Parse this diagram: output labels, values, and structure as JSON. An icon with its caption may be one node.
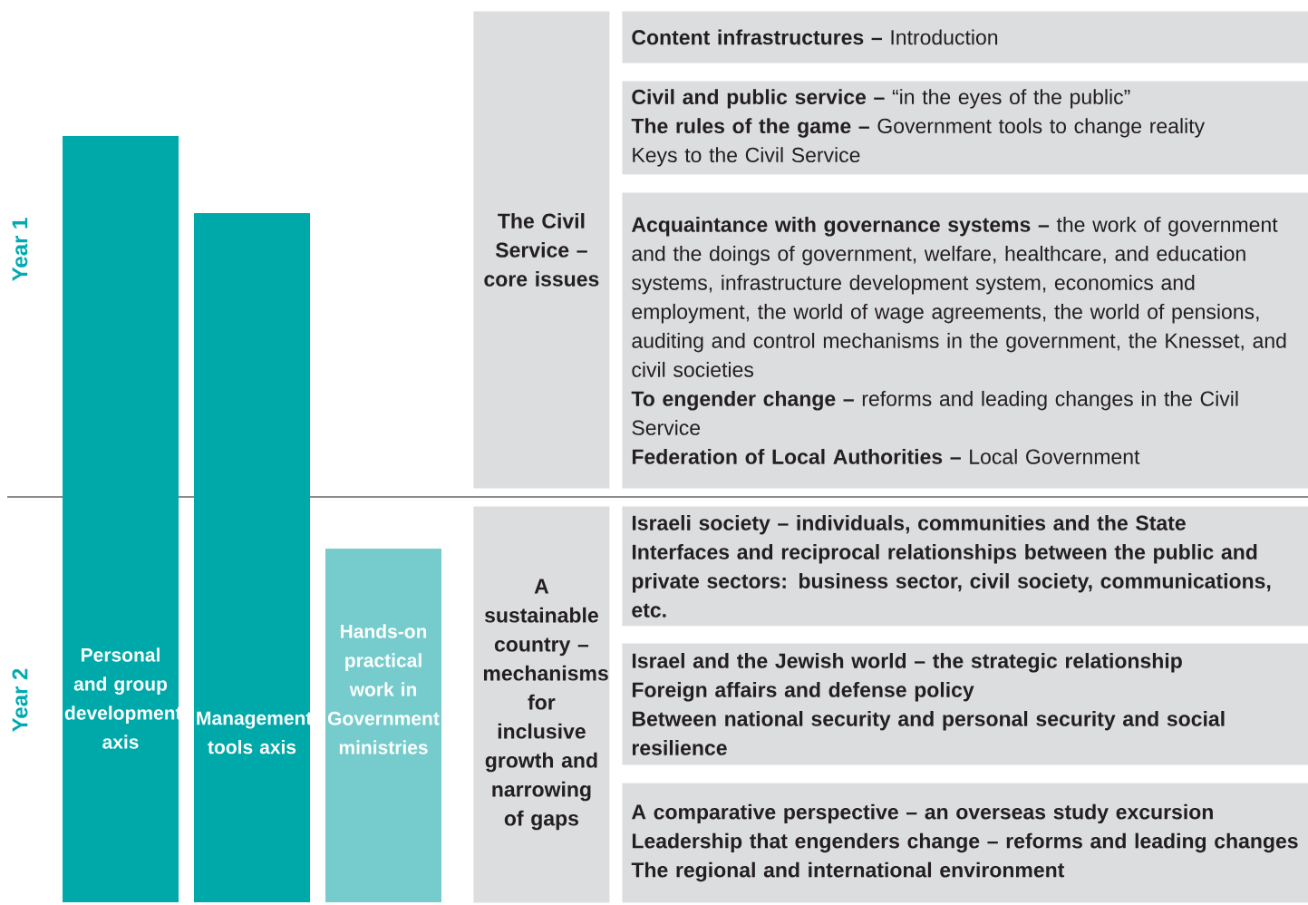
{
  "diagram": {
    "nodes": [
      {
        "text": [
          "Personal and group development axis"
        ]
      },
      {
        "text": [
          "Management tools axis"
        ]
      },
      {
        "text": [
          "Hands-on practical work in Government ministries"
        ]
      },
      {
        "text": [
          "The Civil Service – core issues"
        ]
      },
      {
        "text": [
          "**Content infrastructures –** Introduction"
        ]
      },
      {
        "text": [
          "**Civil and public service –** “in the eyes of the public”",
          "**The rules of the game –** Government tools to change reality",
          "Keys to the Civil Service"
        ]
      },
      {
        "text": [
          "**Acquaintance with governance systems –** the work of government and the doings of government, welfare, healthcare, and education systems, infrastructure development system, economics and employment, the world of wage agreements, the world of pensions, auditing and control mechanisms in the government, the Knesset, and civil societies",
          "**To engender change –** reforms and leading changes in the Civil Service",
          "**Federation of Local Authorities –** Local Government"
        ]
      },
      {
        "text": [
          "A sustainable country – mechanisms for inclusive growth and narrowing of gaps"
        ]
      },
      {
        "text": [
          "Israeli society – individuals, communities and the State",
          "Interfaces and reciprocal relationships between the public and private sectors: business sector, civil society, communications, etc."
        ]
      },
      {
        "text": [
          "Israel and the Jewish world – the strategic relationship",
          "Foreign affairs and defense policy",
          "Between national security and personal security and social resilience"
        ]
      },
      {
        "text": [
          "A comparative perspective – an overseas study excursion",
          "Leadership that engenders change – reforms and leading changes",
          "The regional and international environment"
        ]
      }
    ],
    "labels": [
      "Year 1",
      "Year 2"
    ]
  }
}
